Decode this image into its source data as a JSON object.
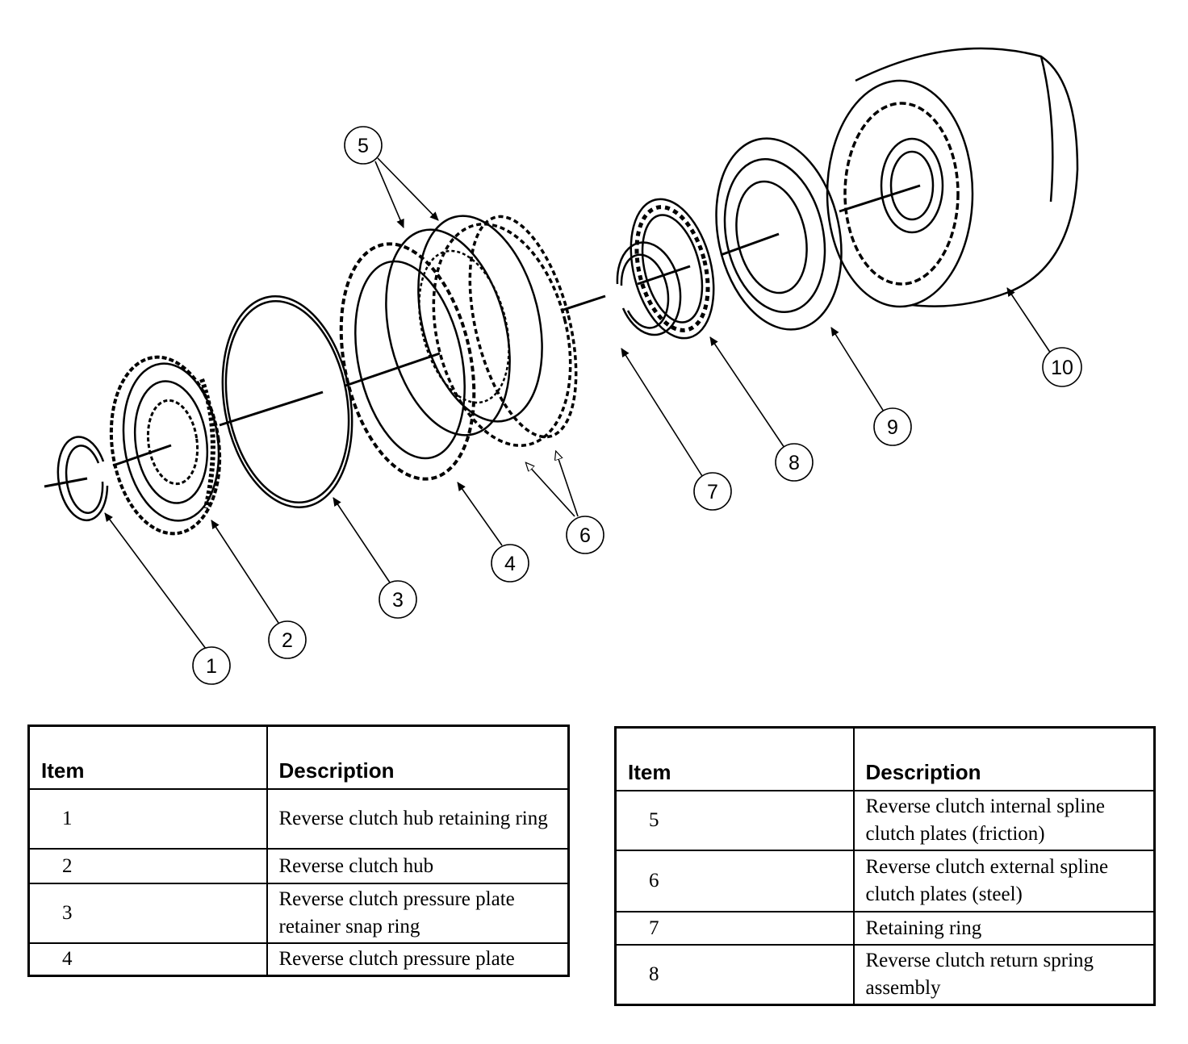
{
  "callouts": [
    "1",
    "2",
    "3",
    "4",
    "5",
    "6",
    "7",
    "8",
    "9",
    "10"
  ],
  "table_left": {
    "header_item": "Item",
    "header_description": "Description",
    "rows": [
      {
        "item": "1",
        "description": "Reverse clutch hub retaining ring"
      },
      {
        "item": "2",
        "description": "Reverse clutch hub"
      },
      {
        "item": "3",
        "description": "Reverse clutch pressure plate retainer snap ring"
      },
      {
        "item": "4",
        "description": "Reverse clutch pressure plate"
      }
    ]
  },
  "table_right": {
    "header_item": "Item",
    "header_description": "Description",
    "rows": [
      {
        "item": "5",
        "description": "Reverse clutch internal spline clutch plates (friction)"
      },
      {
        "item": "6",
        "description": "Reverse clutch external spline clutch plates (steel)"
      },
      {
        "item": "7",
        "description": "Retaining ring"
      },
      {
        "item": "8",
        "description": "Reverse clutch return spring assembly"
      }
    ]
  }
}
